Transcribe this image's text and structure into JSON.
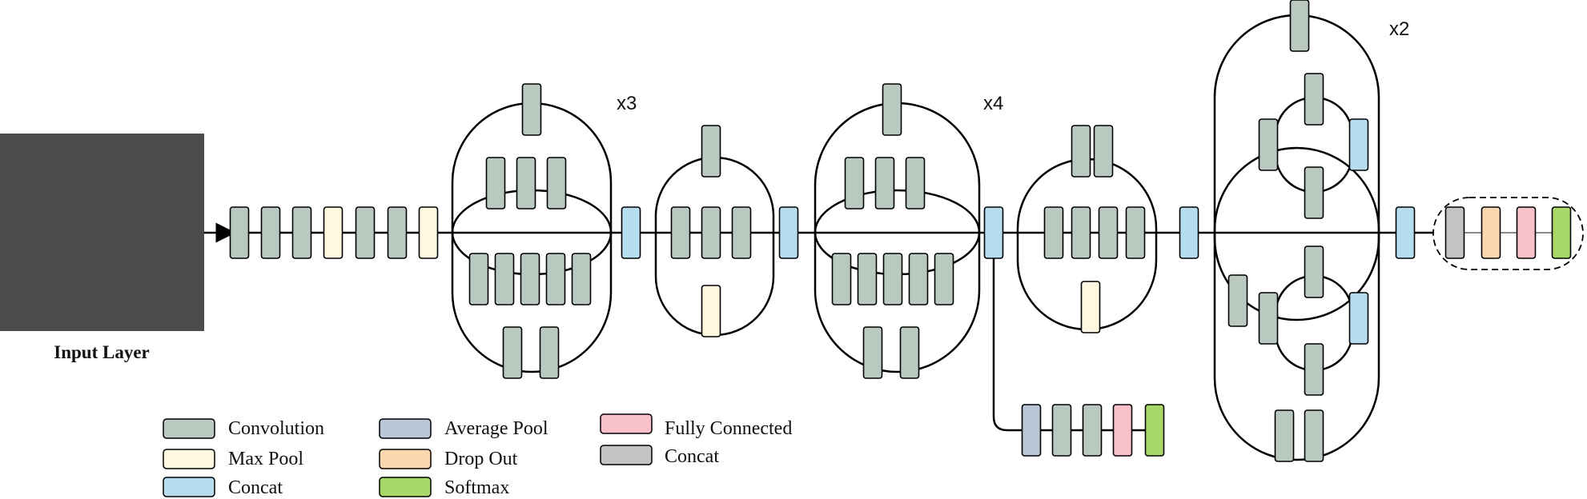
{
  "input_label": "Input Layer",
  "repeats": {
    "block_a": "x3",
    "block_b": "x4",
    "block_c": "x2"
  },
  "colors": {
    "convolution": "#b9c9bf",
    "max_pool": "#fdf8df",
    "concat": "#b6dcf0",
    "average_pool": "#b8c6d6",
    "drop_out": "#fcd6ae",
    "softmax": "#a8d86a",
    "fully_connected": "#f8c0c8",
    "concat_gray": "#c3c3c3",
    "input": "#4c4c4c",
    "stroke": "#000000"
  },
  "legend": [
    {
      "id": "convolution",
      "label": "Convolution",
      "color": "#b9c9bf"
    },
    {
      "id": "max_pool",
      "label": "Max Pool",
      "color": "#fdf8df"
    },
    {
      "id": "concat",
      "label": "Concat",
      "color": "#b6dcf0"
    },
    {
      "id": "average_pool",
      "label": "Average Pool",
      "color": "#b8c6d6"
    },
    {
      "id": "drop_out",
      "label": "Drop Out",
      "color": "#fcd6ae"
    },
    {
      "id": "softmax",
      "label": "Softmax",
      "color": "#a8d86a"
    },
    {
      "id": "fully_connected",
      "label": "Fully Connected",
      "color": "#f8c0c8"
    },
    {
      "id": "concat_gray",
      "label": "Concat",
      "color": "#c3c3c3"
    }
  ]
}
